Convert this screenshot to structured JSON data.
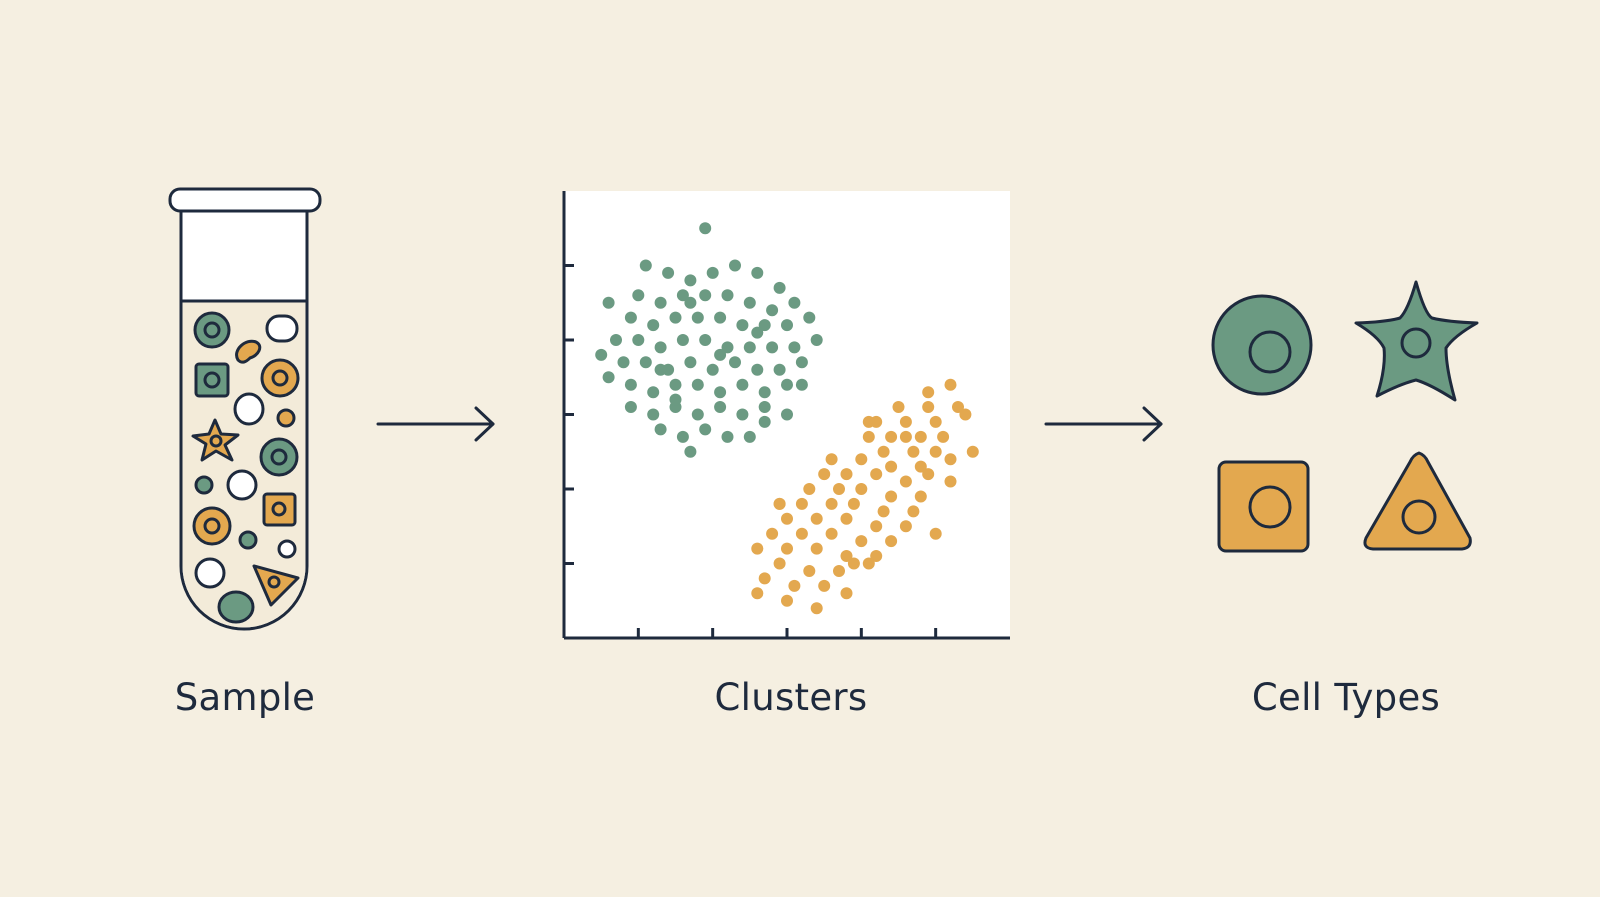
{
  "labels": {
    "sample": "Sample",
    "clusters": "Clusters",
    "cell_types": "Cell Types"
  },
  "colors": {
    "background": "#f5efe1",
    "ink": "#1e2a3d",
    "green": "#6b9a82",
    "orange": "#e3a84f",
    "white": "#ffffff"
  },
  "icons": {
    "sample": "test-tube-icon",
    "arrow": "right-arrow-icon",
    "round_cell": "round-cell-icon",
    "star_cell": "star-cell-icon",
    "square_cell": "square-cell-icon",
    "triangle_cell": "triangle-cell-icon"
  },
  "chart_data": {
    "type": "scatter",
    "xlim": [
      0,
      6
    ],
    "ylim": [
      0,
      6
    ],
    "x_ticks": [
      1,
      2,
      3,
      4,
      5
    ],
    "y_ticks": [
      1,
      2,
      3,
      4,
      5
    ],
    "series": [
      {
        "color": "#6b9a82",
        "points": [
          [
            1.9,
            5.5
          ],
          [
            1.1,
            5.0
          ],
          [
            1.4,
            4.9
          ],
          [
            1.7,
            4.8
          ],
          [
            2.0,
            4.9
          ],
          [
            2.3,
            5.0
          ],
          [
            2.6,
            4.9
          ],
          [
            2.9,
            4.7
          ],
          [
            1.0,
            4.6
          ],
          [
            1.3,
            4.5
          ],
          [
            1.6,
            4.6
          ],
          [
            1.9,
            4.6
          ],
          [
            2.2,
            4.6
          ],
          [
            2.5,
            4.5
          ],
          [
            2.8,
            4.4
          ],
          [
            3.1,
            4.5
          ],
          [
            0.6,
            4.5
          ],
          [
            0.9,
            4.3
          ],
          [
            1.2,
            4.2
          ],
          [
            1.5,
            4.3
          ],
          [
            1.8,
            4.3
          ],
          [
            2.1,
            4.3
          ],
          [
            2.4,
            4.2
          ],
          [
            2.7,
            4.2
          ],
          [
            3.0,
            4.2
          ],
          [
            3.3,
            4.3
          ],
          [
            0.7,
            4.0
          ],
          [
            1.0,
            4.0
          ],
          [
            1.3,
            3.9
          ],
          [
            1.6,
            4.0
          ],
          [
            1.9,
            4.0
          ],
          [
            2.2,
            3.9
          ],
          [
            2.5,
            3.9
          ],
          [
            2.8,
            3.9
          ],
          [
            3.1,
            3.9
          ],
          [
            3.4,
            4.0
          ],
          [
            0.8,
            3.7
          ],
          [
            1.1,
            3.7
          ],
          [
            1.4,
            3.6
          ],
          [
            1.7,
            3.7
          ],
          [
            2.0,
            3.6
          ],
          [
            2.3,
            3.7
          ],
          [
            2.6,
            3.6
          ],
          [
            2.9,
            3.6
          ],
          [
            3.2,
            3.7
          ],
          [
            0.5,
            3.8
          ],
          [
            0.6,
            3.5
          ],
          [
            0.9,
            3.4
          ],
          [
            1.2,
            3.3
          ],
          [
            1.5,
            3.4
          ],
          [
            1.8,
            3.4
          ],
          [
            2.1,
            3.3
          ],
          [
            2.4,
            3.4
          ],
          [
            2.7,
            3.3
          ],
          [
            3.0,
            3.4
          ],
          [
            3.2,
            3.4
          ],
          [
            0.9,
            3.1
          ],
          [
            1.2,
            3.0
          ],
          [
            1.5,
            3.1
          ],
          [
            1.8,
            3.0
          ],
          [
            2.1,
            3.1
          ],
          [
            2.4,
            3.0
          ],
          [
            2.7,
            3.1
          ],
          [
            3.0,
            3.0
          ],
          [
            1.3,
            2.8
          ],
          [
            1.6,
            2.7
          ],
          [
            1.9,
            2.8
          ],
          [
            2.2,
            2.7
          ],
          [
            2.5,
            2.7
          ],
          [
            2.7,
            2.9
          ],
          [
            1.3,
            3.6
          ],
          [
            2.1,
            3.8
          ],
          [
            1.7,
            4.5
          ],
          [
            2.6,
            4.1
          ],
          [
            1.5,
            3.2
          ],
          [
            1.7,
            2.5
          ]
        ]
      },
      {
        "color": "#e3a84f",
        "points": [
          [
            5.2,
            3.4
          ],
          [
            4.9,
            3.3
          ],
          [
            4.5,
            3.1
          ],
          [
            4.9,
            3.1
          ],
          [
            5.3,
            3.1
          ],
          [
            4.2,
            2.9
          ],
          [
            4.6,
            2.9
          ],
          [
            5.0,
            2.9
          ],
          [
            5.4,
            3.0
          ],
          [
            4.1,
            2.7
          ],
          [
            4.4,
            2.7
          ],
          [
            4.8,
            2.7
          ],
          [
            5.1,
            2.7
          ],
          [
            4.3,
            2.5
          ],
          [
            4.7,
            2.5
          ],
          [
            5.0,
            2.5
          ],
          [
            5.5,
            2.5
          ],
          [
            3.6,
            2.4
          ],
          [
            4.0,
            2.4
          ],
          [
            4.4,
            2.3
          ],
          [
            4.8,
            2.3
          ],
          [
            5.2,
            2.4
          ],
          [
            3.5,
            2.2
          ],
          [
            3.8,
            2.2
          ],
          [
            4.2,
            2.2
          ],
          [
            4.6,
            2.1
          ],
          [
            4.9,
            2.2
          ],
          [
            3.3,
            2.0
          ],
          [
            3.7,
            2.0
          ],
          [
            4.0,
            2.0
          ],
          [
            4.4,
            1.9
          ],
          [
            4.8,
            1.9
          ],
          [
            5.2,
            2.1
          ],
          [
            2.9,
            1.8
          ],
          [
            3.2,
            1.8
          ],
          [
            3.6,
            1.8
          ],
          [
            3.9,
            1.8
          ],
          [
            4.3,
            1.7
          ],
          [
            4.7,
            1.7
          ],
          [
            3.0,
            1.6
          ],
          [
            3.4,
            1.6
          ],
          [
            3.8,
            1.6
          ],
          [
            4.2,
            1.5
          ],
          [
            4.6,
            1.5
          ],
          [
            2.8,
            1.4
          ],
          [
            3.2,
            1.4
          ],
          [
            3.6,
            1.4
          ],
          [
            4.0,
            1.3
          ],
          [
            4.4,
            1.3
          ],
          [
            5.0,
            1.4
          ],
          [
            2.6,
            1.2
          ],
          [
            3.0,
            1.2
          ],
          [
            3.4,
            1.2
          ],
          [
            3.8,
            1.1
          ],
          [
            4.2,
            1.1
          ],
          [
            2.9,
            1.0
          ],
          [
            3.3,
            0.9
          ],
          [
            3.7,
            0.9
          ],
          [
            4.1,
            1.0
          ],
          [
            2.7,
            0.8
          ],
          [
            3.1,
            0.7
          ],
          [
            3.5,
            0.7
          ],
          [
            2.6,
            0.6
          ],
          [
            3.0,
            0.5
          ],
          [
            3.4,
            0.4
          ],
          [
            3.8,
            0.6
          ],
          [
            2.9,
            1.8
          ],
          [
            4.1,
            2.9
          ],
          [
            3.9,
            1.0
          ],
          [
            4.6,
            2.7
          ]
        ]
      }
    ]
  }
}
